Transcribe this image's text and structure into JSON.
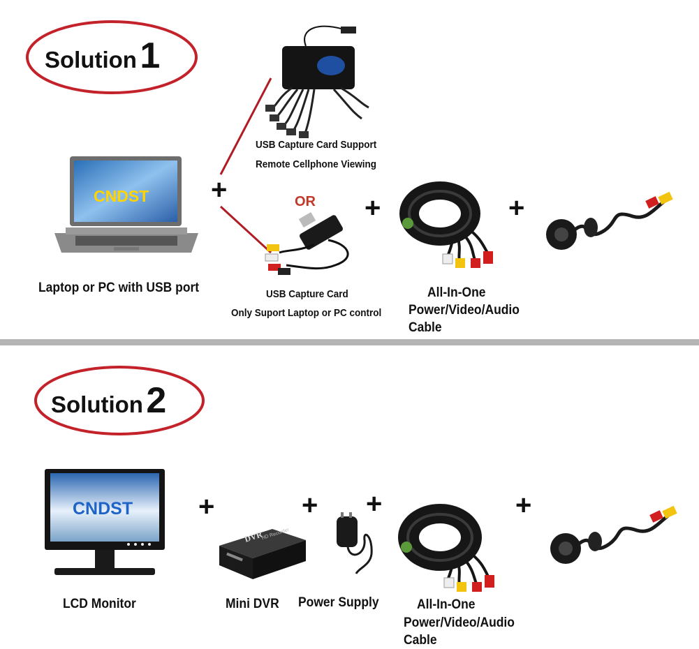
{
  "solution1": {
    "badge_word": "Solution",
    "badge_number": "1",
    "laptop_label": "Laptop or PC with USB port",
    "screen_brand": "CNDST",
    "or_text": "OR",
    "card_support_line1": "USB Capture Card Support",
    "card_support_line2": "Remote Cellphone Viewing",
    "card_line1": "USB Capture Card",
    "card_line2": "Only Suport  Laptop or PC control",
    "cable_line1": "All-In-One",
    "cable_line2": "Power/Video/Audio",
    "cable_line3": "Cable",
    "plus": "+"
  },
  "solution2": {
    "badge_word": "Solution",
    "badge_number": "2",
    "monitor_label": "LCD Monitor",
    "screen_brand": "CNDST",
    "dvr_label": "Mini DVR",
    "dvr_box_text": "DVR",
    "dvr_box_sub": "HD Recorder",
    "power_label": "Power Supply",
    "cable_line1": "All-In-One",
    "cable_line2": "Power/Video/Audio",
    "cable_line3": "Cable",
    "plus": "+"
  },
  "colors": {
    "badge_ring": "#c4222a",
    "or_text": "#c0392b",
    "divider": "#b5b5b5",
    "brand_laptop": "#ffd400",
    "brand_monitor": "#1e63c8",
    "rca_red": "#d11f1f",
    "rca_yellow": "#f2c40f",
    "rca_white": "#eeeeee"
  }
}
